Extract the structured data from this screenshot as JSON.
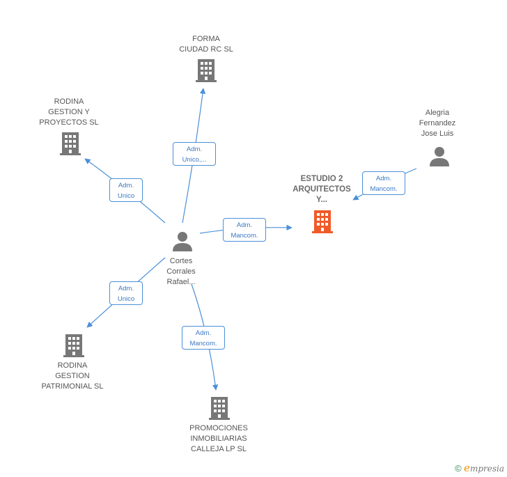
{
  "nodes": {
    "forma": {
      "lines": [
        "FORMA",
        "CIUDAD RC SL"
      ],
      "type": "company"
    },
    "rodina_gp": {
      "lines": [
        "RODINA",
        "GESTION Y",
        "PROYECTOS SL"
      ],
      "type": "company"
    },
    "alegria": {
      "lines": [
        "Alegria",
        "Fernandez",
        "Jose Luis"
      ],
      "type": "person"
    },
    "estudio": {
      "lines": [
        "ESTUDIO 2",
        "ARQUITECTOS",
        "Y..."
      ],
      "type": "company-highlight"
    },
    "cortes": {
      "lines": [
        "Cortes",
        "Corrales",
        "Rafael..."
      ],
      "type": "person"
    },
    "rodina_patrimonial": {
      "lines": [
        "RODINA",
        "GESTION",
        "PATRIMONIAL SL"
      ],
      "type": "company"
    },
    "promociones": {
      "lines": [
        "PROMOCIONES",
        "INMOBILIARIAS",
        "CALLEJA LP SL"
      ],
      "type": "company"
    }
  },
  "edges": {
    "forma": [
      "Adm.",
      "Unico,..."
    ],
    "rodina_gp": [
      "Adm.",
      "Unico"
    ],
    "alegria": [
      "Adm.",
      "Mancom."
    ],
    "estudio": [
      "Adm.",
      "Mancom."
    ],
    "rodina_patrimonial": [
      "Adm.",
      "Unico"
    ],
    "promociones": [
      "Adm.",
      "Mancom."
    ]
  },
  "footer": {
    "copyright": "©",
    "brand_initial": "e",
    "brand_rest": "mpresia"
  },
  "colors": {
    "company": "#777777",
    "highlight": "#f05a28",
    "person": "#777777",
    "edge": "#4a90d9"
  }
}
